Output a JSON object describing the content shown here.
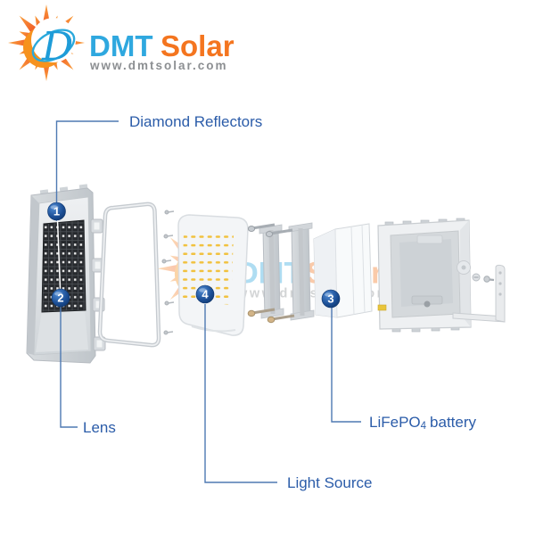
{
  "colors": {
    "brand_blue": "#2FA8DF",
    "brand_orange": "#F4751F",
    "url_gray": "#8C8F92",
    "label_blue": "#2B5CA9",
    "leader_line": "#4E79B2",
    "led_yellow": "#F1C13D"
  },
  "logo": {
    "icon": "sun-d-monogram-icon",
    "monogram_letter": "D",
    "name_part1": "DMT",
    "name_part2": "Solar",
    "url": "www.dmtsolar.com"
  },
  "diagram": {
    "markers": [
      {
        "number": "1",
        "label": "Diamond Reflectors"
      },
      {
        "number": "2",
        "label": "Lens"
      },
      {
        "number": "3",
        "label": "LiFePO4 battery"
      },
      {
        "number": "4",
        "label": "Light Source"
      }
    ],
    "battery_label_parts": {
      "pre": "LiFePO",
      "sub": "4",
      "post": "battery"
    }
  }
}
